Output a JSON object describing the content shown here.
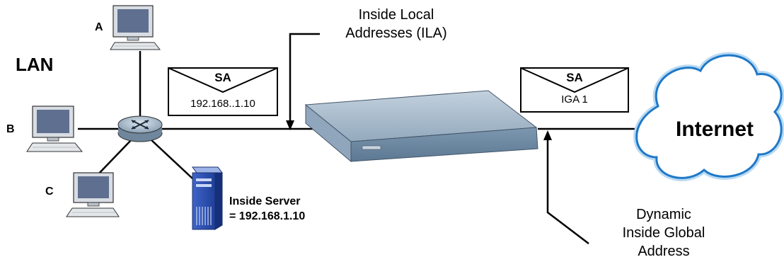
{
  "lan_label": "LAN",
  "hosts": [
    {
      "id": "A",
      "label": "A"
    },
    {
      "id": "B",
      "label": "B"
    },
    {
      "id": "C",
      "label": "C"
    }
  ],
  "server": {
    "label_line1": "Inside Server",
    "label_line2": "= 192.168.1.10"
  },
  "left_packet": {
    "field": "SA",
    "value": "192.168..1.10"
  },
  "right_packet": {
    "field": "SA",
    "value": "IGA 1"
  },
  "ila_callout": {
    "line1": "Inside Local",
    "line2": "Addresses (ILA)"
  },
  "iga_callout": {
    "line1": "Dynamic",
    "line2": "Inside Global",
    "line3": "Address"
  },
  "cloud_label": "Internet",
  "icons": {
    "router": "router-icon",
    "gateway": "gateway-device-icon",
    "server": "server-tower-icon",
    "computer": "desktop-computer-icon",
    "cloud": "cloud-icon"
  },
  "colors": {
    "cloud_outline": "#1f78c8",
    "cloud_glow": "#b9daf3",
    "device_top": "#a9bccd",
    "device_front": "#6f8aa6",
    "monitor_screen": "#5f6f8f",
    "router_body": "#8aa0b4"
  }
}
